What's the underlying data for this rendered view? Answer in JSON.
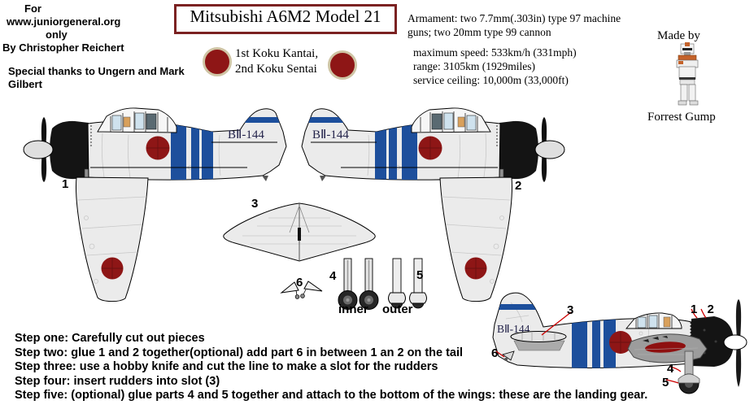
{
  "credit": {
    "for_line": "For",
    "site": "www.juniorgeneral.org",
    "only": "only",
    "by": "By Christopher Reichert",
    "thanks_1": "Special thanks to Ungern and Mark",
    "thanks_2": "Gilbert"
  },
  "title": "Mitsubishi A6M2 Model 21",
  "unit": {
    "line1": "1st Koku Kantai,",
    "line2": "2nd Koku Sentai"
  },
  "specs": {
    "armament1": "Armament: two 7.7mm(.303in) type 97 machine",
    "armament2": "guns; two 20mm type 99 cannon",
    "speed": "maximum speed: 533km/h (331mph)",
    "range": "range: 3105km (1929miles)",
    "ceiling": "service ceiling: 10,000m (33,000ft)"
  },
  "made_by": {
    "label": "Made by",
    "author": "Forrest Gump"
  },
  "model": {
    "tail_code": "BⅡ-144",
    "part1": "1",
    "part2": "2",
    "part3": "3",
    "part4": "4",
    "part5": "5",
    "part6": "6",
    "inner": "inner",
    "outer": "outer",
    "parts12": "1 2"
  },
  "instructions": {
    "step1": "Step one: Carefully cut out pieces",
    "step2": "Step two: glue 1 and 2 together(optional) add part 6 in between 1 an 2 on the tail",
    "step3": "Step three: use a hobby knife and cut the line to make a slot for the rudders",
    "step4": "Step four: insert rudders into slot (3)",
    "step5": "Step five: (optional) glue parts 4 and 5 together and attach to the bottom of the wings: these are the landing gear."
  },
  "colors": {
    "roundel_red": "#8e1616",
    "stripe_blue": "#1d4f9c",
    "title_border": "#7b2222",
    "leader_red": "#cc0000",
    "fuselage_gray": "#ebebeb",
    "cowling_black": "#141414"
  }
}
